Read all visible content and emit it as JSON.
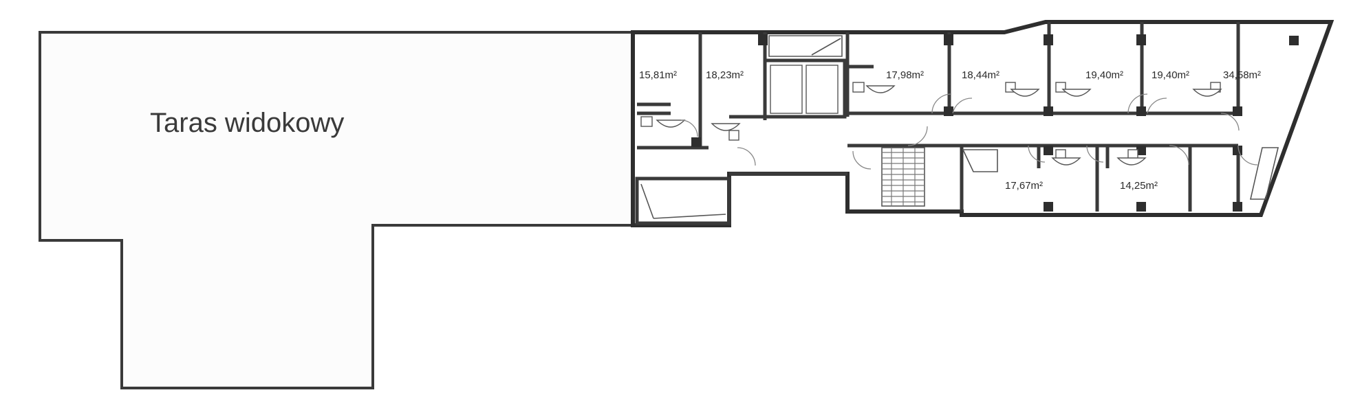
{
  "terrace": {
    "label": "Taras widokowy"
  },
  "rooms": [
    {
      "id": "r1",
      "area": "15,81m²"
    },
    {
      "id": "r2",
      "area": "18,23m²"
    },
    {
      "id": "r3",
      "area": "17,98m²"
    },
    {
      "id": "r4",
      "area": "18,44m²"
    },
    {
      "id": "r5",
      "area": "19,40m²"
    },
    {
      "id": "r6",
      "area": "19,40m²"
    },
    {
      "id": "r7",
      "area": "34,58m²"
    },
    {
      "id": "r8",
      "area": "17,67m²"
    },
    {
      "id": "r9",
      "area": "14,25m²"
    }
  ],
  "colors": {
    "wall": "#3a3a3a",
    "terrace_fill": "#fcfcfc",
    "background": "#ffffff"
  },
  "icons": [
    "elevator-icon",
    "staircase-icon",
    "toilet-icon",
    "sink-icon",
    "door-swing-icon",
    "pillar-icon"
  ]
}
